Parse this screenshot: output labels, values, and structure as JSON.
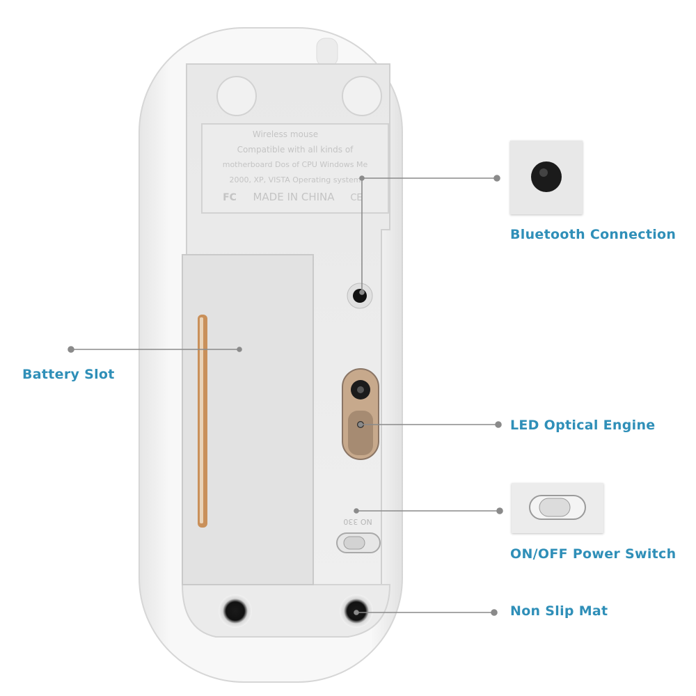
{
  "labels": {
    "bluetooth": "Bluetooth Connection",
    "battery": "Battery Slot",
    "led": "LED Optical Engine",
    "power": "ON/OFF Power Switch",
    "mat": "Non Slip Mat"
  },
  "label_lines": {
    "line1": "Wireless mouse",
    "line2": "Compatible with all kinds of",
    "line3": "motherboard Dos of CPU Windows Me",
    "line4": "2000, XP, VISTA Operating system",
    "made_in": "MADE IN CHINA",
    "fc": "FC",
    "ce": "CE"
  },
  "switch_text": "NO 330",
  "colors": {
    "callout": "#2f8fb8",
    "leader": "#8a8a8a",
    "body": "#f4f4f4",
    "panel": "#e9e9e9",
    "battery_strip": "#c9905a"
  },
  "icons": {
    "bluetooth_button": "bluetooth-button-icon",
    "sensor": "optical-sensor-icon",
    "power_switch": "power-switch-icon",
    "foot": "non-slip-foot-icon"
  }
}
